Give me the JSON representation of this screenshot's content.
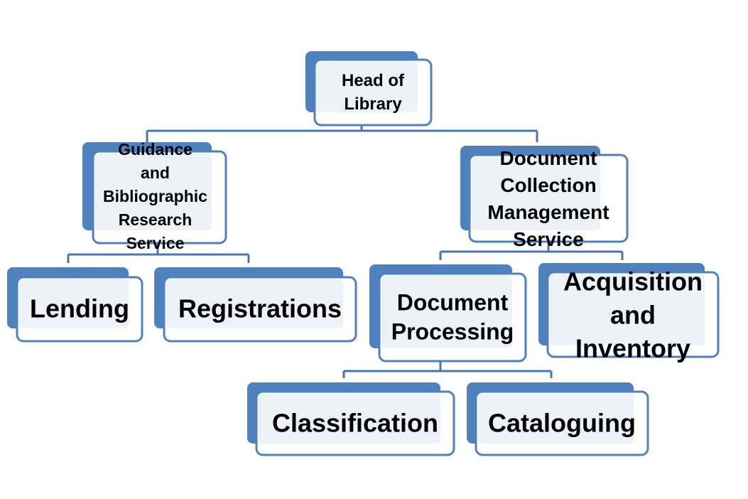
{
  "diagram": {
    "type": "org-chart",
    "colors": {
      "back": "#4f81bd",
      "border": "#4f81bd",
      "fill": "#edf2f9",
      "connector": "#4a76ab"
    },
    "nodes": [
      {
        "id": "head",
        "lines": [
          "Head of",
          "Library"
        ]
      },
      {
        "id": "guidance",
        "parent": "head",
        "lines": [
          "Guidance",
          "and",
          "Bibliographic",
          "Research",
          "Service"
        ]
      },
      {
        "id": "collection",
        "parent": "head",
        "lines": [
          "Document",
          "Collection",
          "Management",
          "Service"
        ]
      },
      {
        "id": "lending",
        "parent": "guidance",
        "lines": [
          "Lending"
        ]
      },
      {
        "id": "registrations",
        "parent": "guidance",
        "lines": [
          "Registrations"
        ]
      },
      {
        "id": "processing",
        "parent": "collection",
        "lines": [
          "Document",
          "Processing"
        ]
      },
      {
        "id": "acquisition",
        "parent": "collection",
        "lines": [
          "Acquisition",
          "and",
          "Inventory"
        ]
      },
      {
        "id": "classification",
        "parent": "processing",
        "lines": [
          "Classification"
        ]
      },
      {
        "id": "cataloguing",
        "parent": "processing",
        "lines": [
          "Cataloguing"
        ]
      }
    ]
  }
}
